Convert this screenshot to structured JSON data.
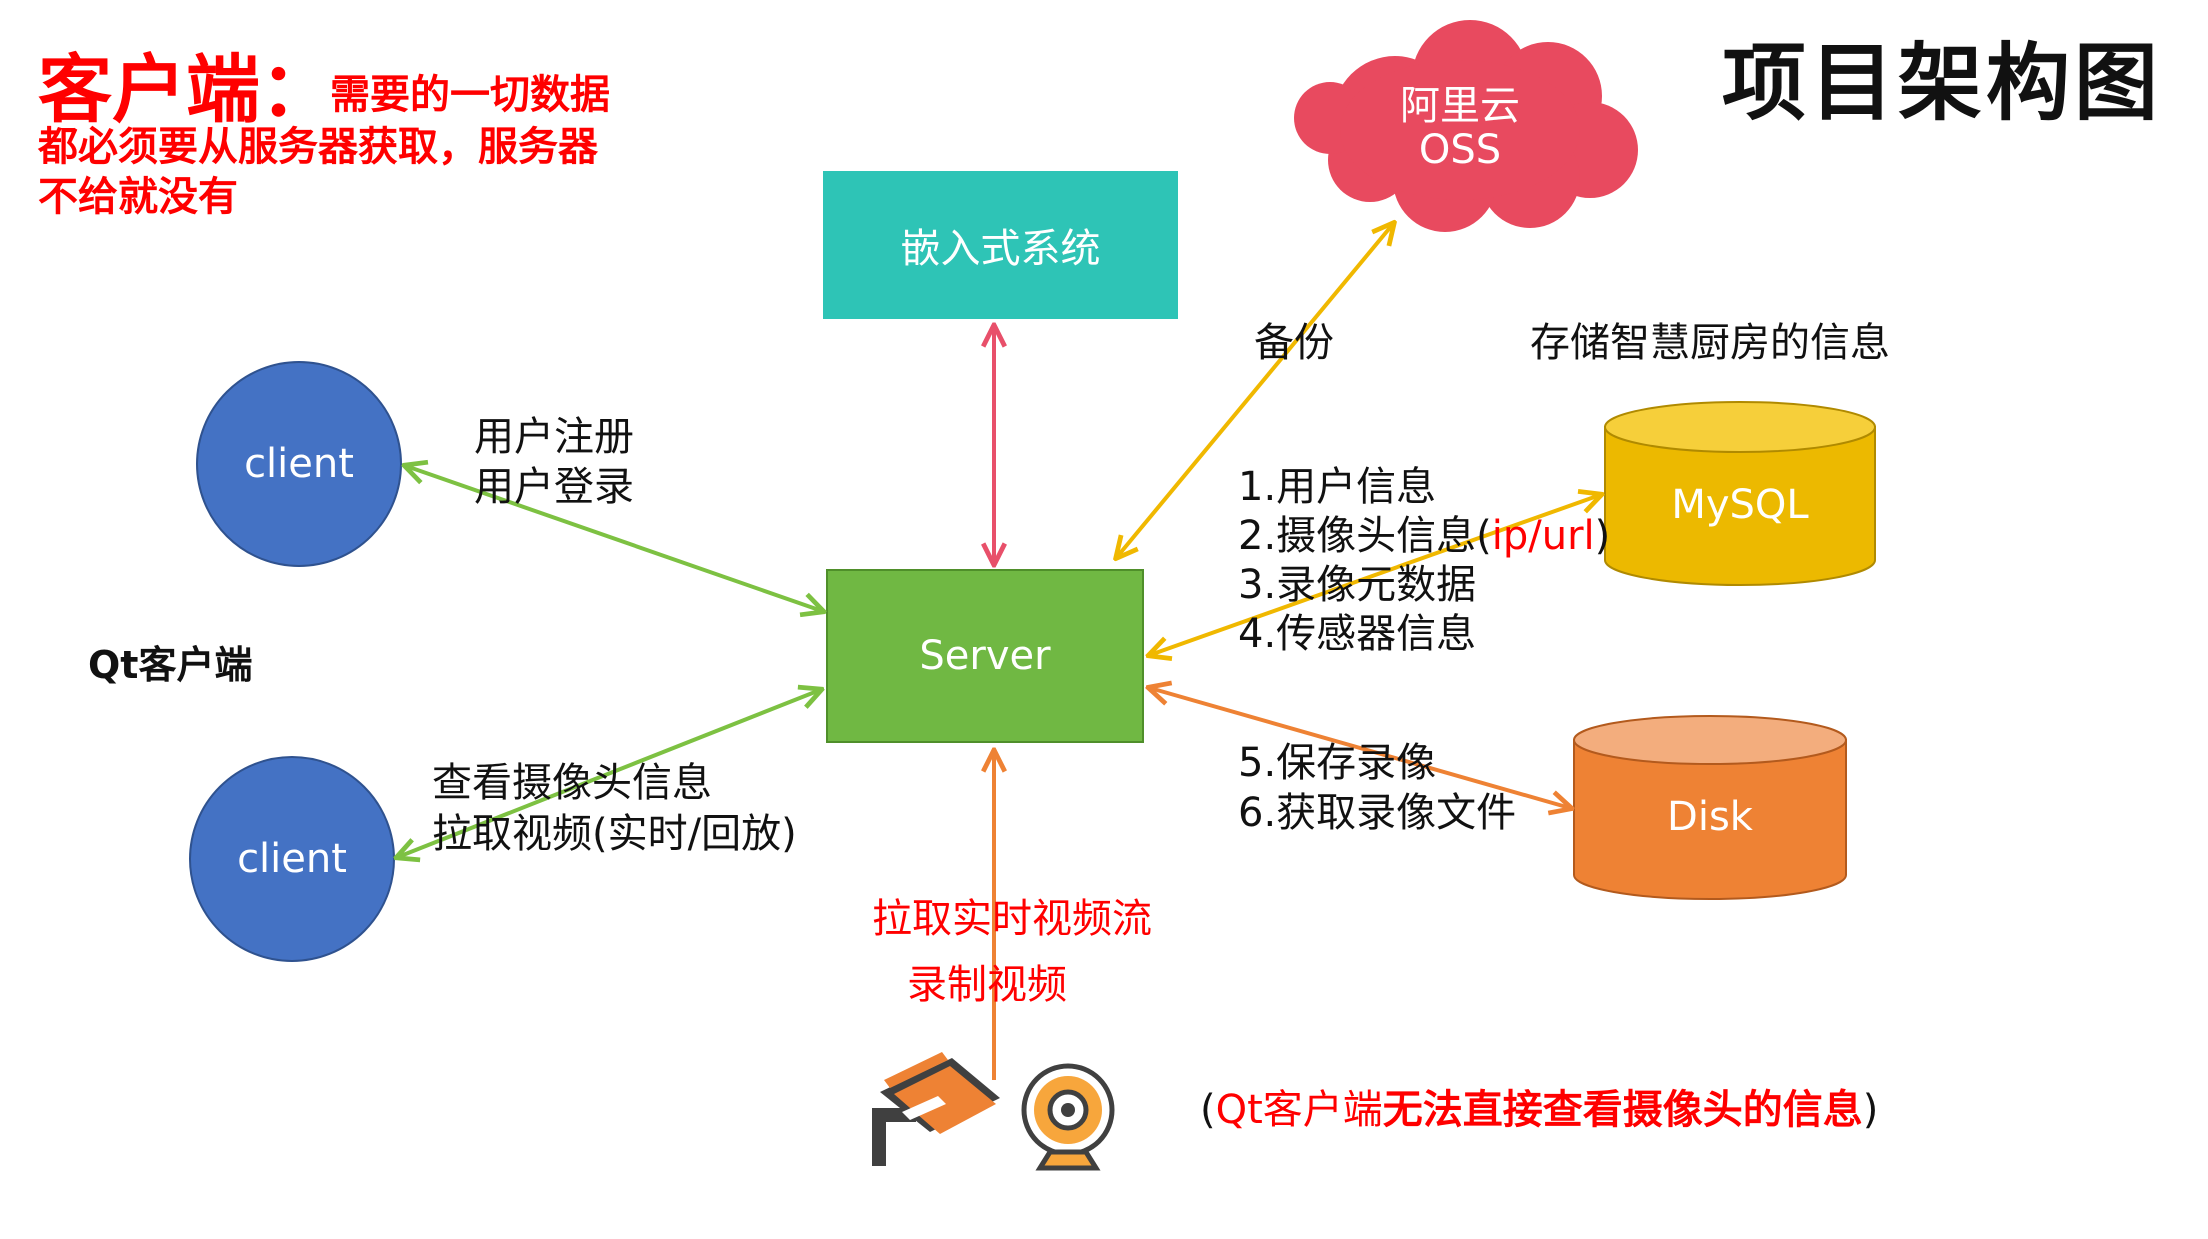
{
  "title": "项目架构图",
  "client_note": {
    "heading": "客户端：",
    "line1": "需要的一切数据",
    "line2": "都必须要从服务器获取，服务器",
    "line3": "不给就没有"
  },
  "qt_client_label": "Qt客户端",
  "nodes": {
    "client_top": "client",
    "client_bottom": "client",
    "server": "Server",
    "embedded": "嵌入式系统",
    "oss_line1": "阿里云",
    "oss_line2": "OSS",
    "mysql": "MySQL",
    "disk": "Disk"
  },
  "labels": {
    "register": "用户注册",
    "login": "用户登录",
    "view_camera": "查看摄像头信息",
    "pull_video": "拉取视频(实时/回放)",
    "backup": "备份",
    "storage_info": "存储智慧厨房的信息",
    "mysql_items": [
      "1.用户信息",
      "2.摄像头信息",
      "3.录像元数据",
      "4.传感器信息"
    ],
    "mysql_item2_suffix_open": "(",
    "mysql_item2_suffix_red": "ip/url",
    "mysql_item2_suffix_close": ")",
    "disk_items": [
      "5.保存录像",
      "6.获取录像文件"
    ],
    "pull_stream": "拉取实时视频流",
    "record_video": "录制视频",
    "note_open": "(",
    "note_red": "Qt客户端",
    "note_bold": "无法直接查看摄像头的信息",
    "note_close": ")"
  },
  "icons": [
    "security-camera-icon",
    "webcam-icon"
  ],
  "colors": {
    "client_fill": "#4472c4",
    "server_fill": "#70b843",
    "embedded_fill": "#2ec4b6",
    "oss_fill": "#e84a5f",
    "mysql_fill": "#ecb900",
    "disk_fill": "#ee8234",
    "arrow_green": "#7dc142",
    "arrow_pink": "#e8506a",
    "arrow_yellow": "#f0b800",
    "arrow_orange": "#ee8234",
    "accent_red": "#ff0000"
  }
}
